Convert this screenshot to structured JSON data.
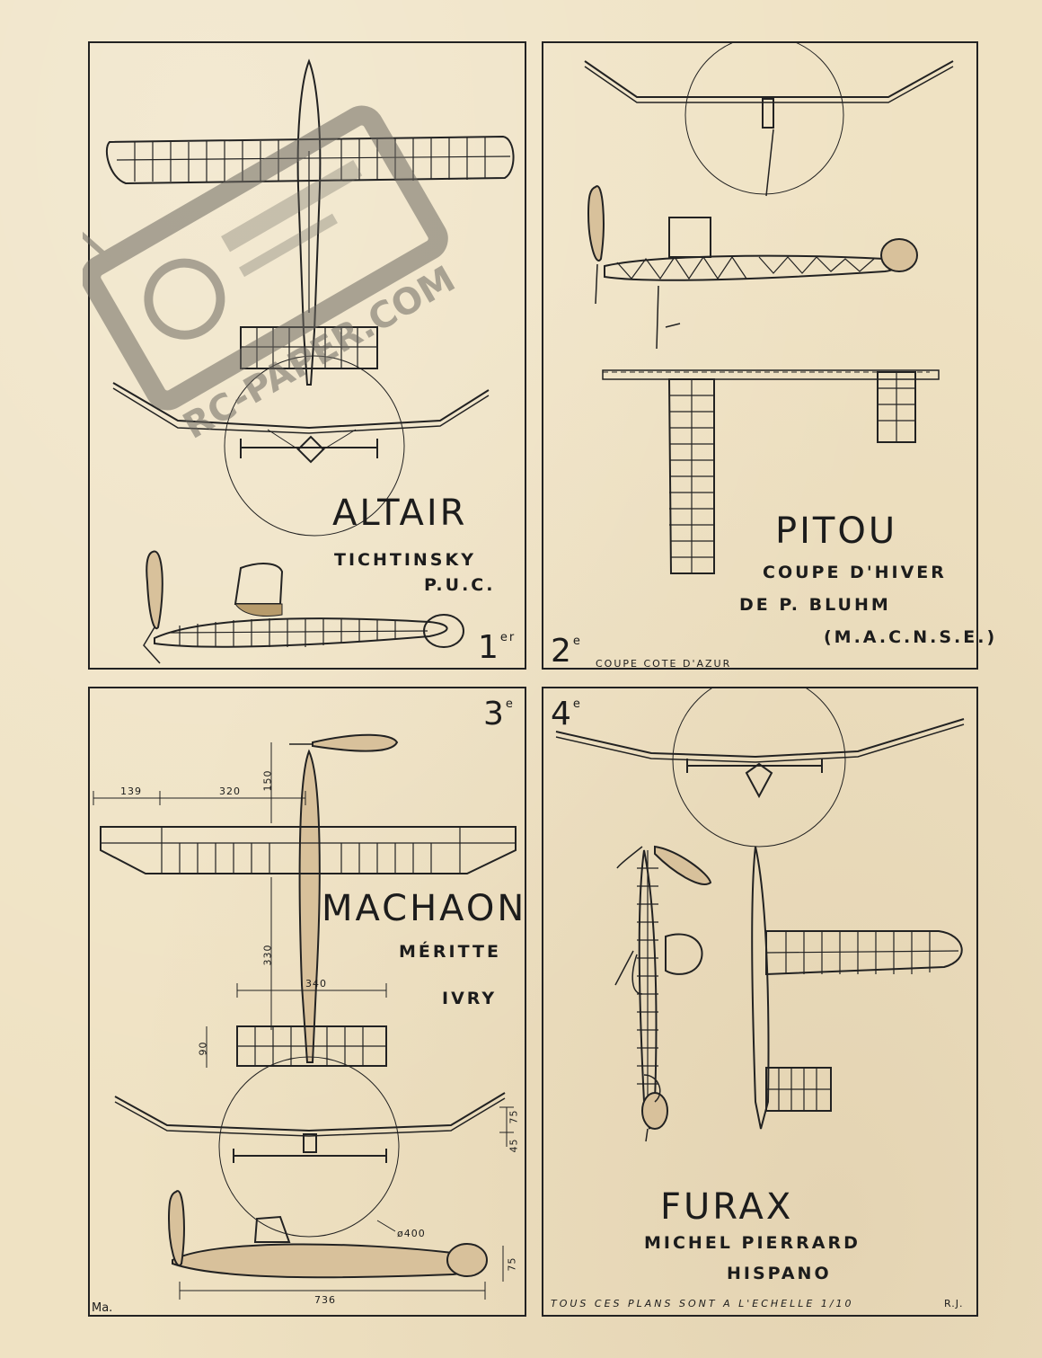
{
  "panels": [
    {
      "model": "ALTAIR",
      "lines": [
        "TICHTINSKY",
        "P.U.C."
      ],
      "rank": "1",
      "rank_suffix": "er"
    },
    {
      "model": "PITOU",
      "lines": [
        "COUPE D'HIVER",
        "DE   P. BLUHM",
        "(M.A.C.N.S.E.)"
      ],
      "rank": "2",
      "rank_suffix": "e",
      "rank_note": "COUPE COTE D'AZUR"
    },
    {
      "model": "MACHAON",
      "lines": [
        "MÉRITTE",
        "IVRY"
      ],
      "rank": "3",
      "rank_suffix": "e",
      "signature": "Ma.",
      "dimensions": {
        "d1": "139",
        "d2": "320",
        "d3": "150",
        "d4": "330",
        "d5": "340",
        "d6": "90",
        "d7": "75",
        "d8": "45",
        "d9": "ø400",
        "d10": "736",
        "d11": "75"
      }
    },
    {
      "model": "FURAX",
      "lines": [
        "MICHEL PIERRARD",
        "HISPANO"
      ],
      "rank": "4",
      "rank_suffix": "e"
    }
  ],
  "footer": {
    "scale_note": "TOUS CES PLANS SONT A L'ECHELLE 1/10",
    "signature": "R.J."
  },
  "watermark": {
    "text": "RC-PAPER.COM",
    "color": "#6e6a62"
  },
  "colors": {
    "paper": "#efe2c3",
    "ink": "#222222"
  }
}
